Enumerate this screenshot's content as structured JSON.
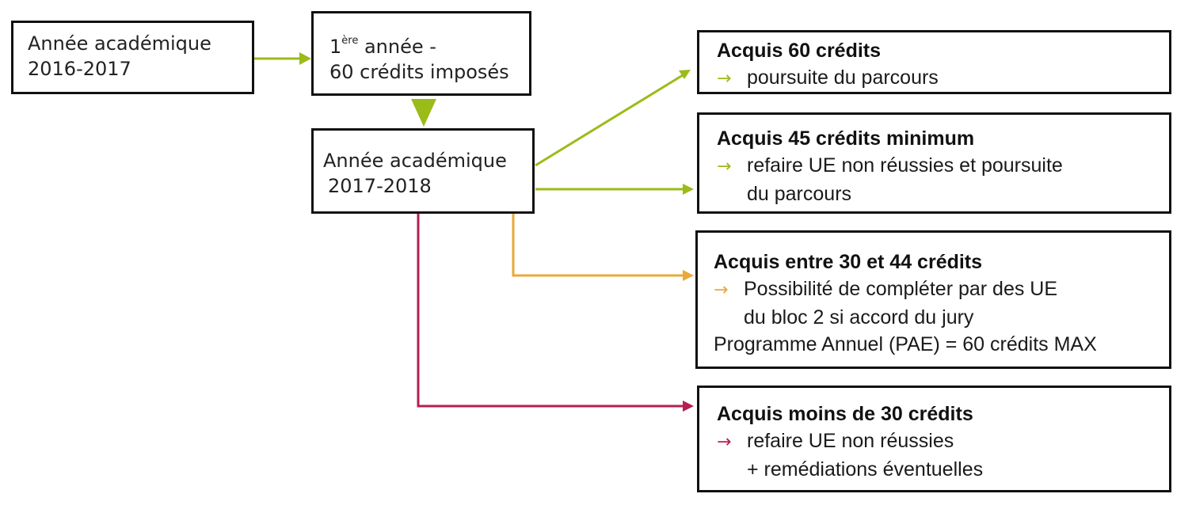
{
  "colors": {
    "green": "#9bbb18",
    "orange": "#e9a93a",
    "red": "#b51f4f",
    "border": "#111111"
  },
  "start_box": {
    "line1": "Année académique",
    "line2": "2016-2017"
  },
  "first_year_box": {
    "ordinal": "1",
    "ordinal_sup": "ère",
    "line1_rest": " année -",
    "line2": "60 crédits imposés"
  },
  "second_year_box": {
    "line1": "Année académique",
    "line2": "2017-2018"
  },
  "outcomes": [
    {
      "title": "Acquis 60 crédits",
      "arrow": "→",
      "lines": [
        "poursuite du parcours"
      ]
    },
    {
      "title": "Acquis 45 crédits minimum",
      "arrow": "→",
      "lines": [
        "refaire UE non réussies et poursuite",
        "du parcours"
      ]
    },
    {
      "title": "Acquis entre 30 et 44 crédits",
      "arrow": "→",
      "lines": [
        "Possibilité de compléter par des UE",
        "du bloc 2 si accord du jury"
      ],
      "footer": "Programme Annuel (PAE) = 60 crédits MAX"
    },
    {
      "title": "Acquis moins de 30 crédits",
      "arrow": "→",
      "lines": [
        "refaire UE non réussies",
        "+ remédiations éventuelles"
      ]
    }
  ]
}
